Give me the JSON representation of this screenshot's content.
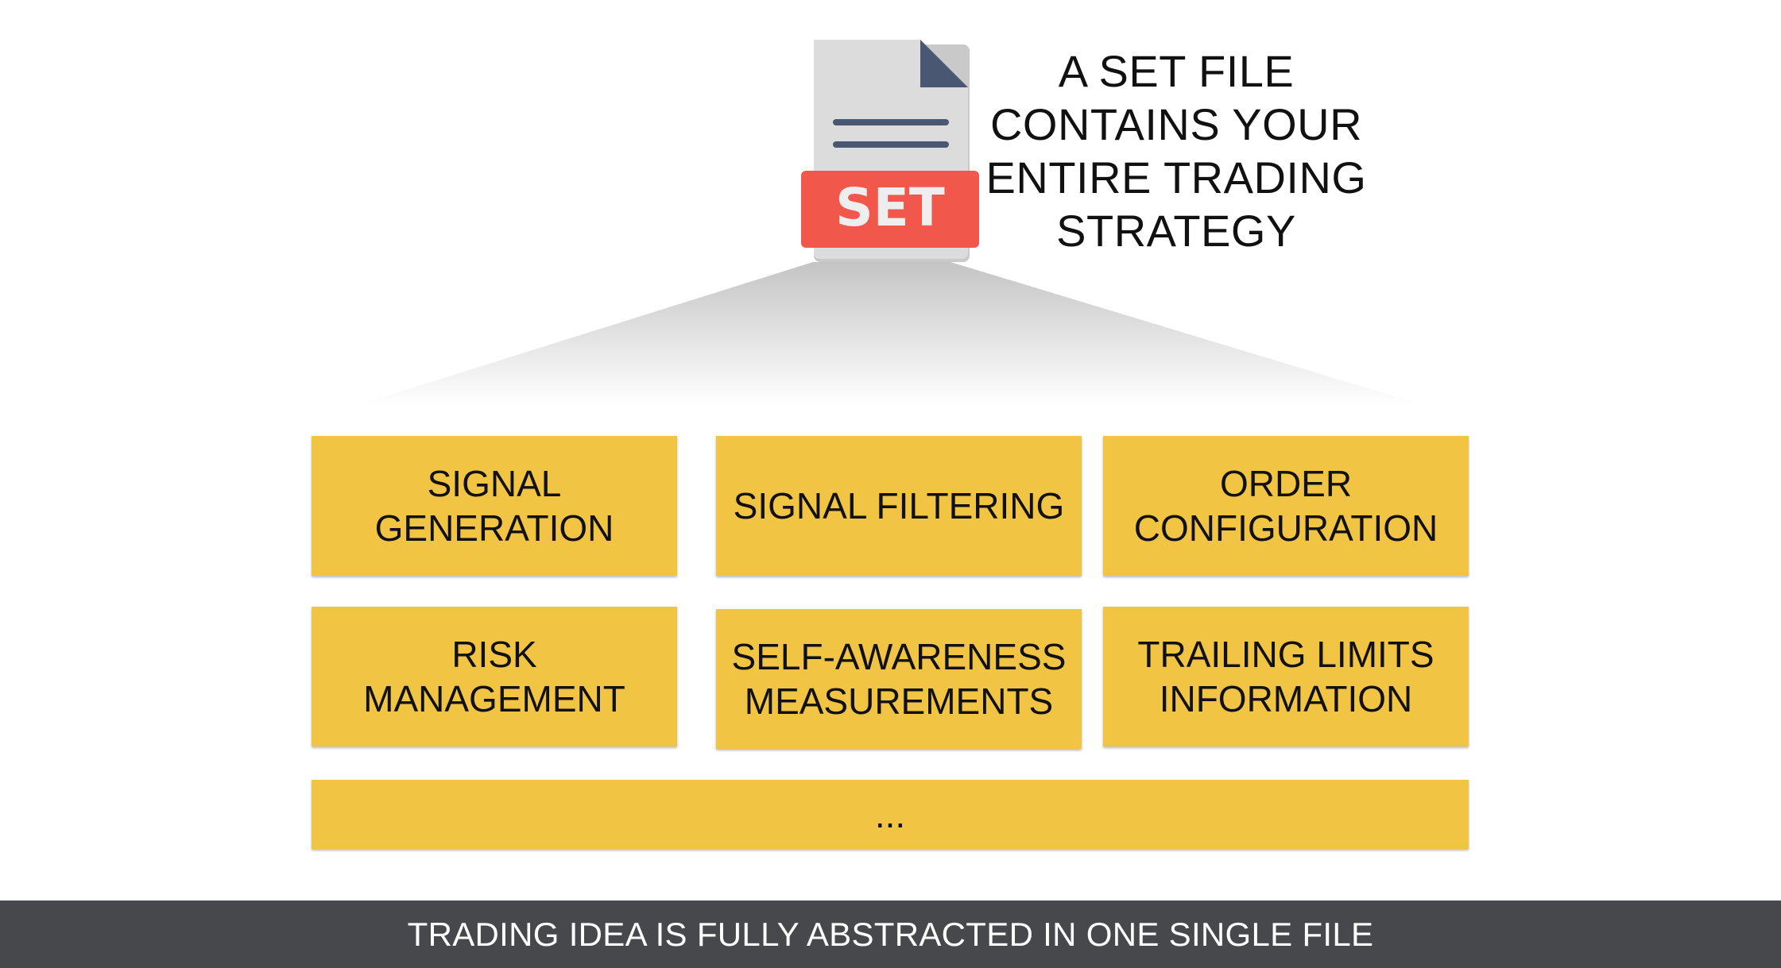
{
  "file_icon": {
    "badge_text": "SET",
    "colors": {
      "page": "#dcdcdc",
      "fold": "#4a5773",
      "lines": "#4a5773",
      "badge": "#f2574b",
      "badge_text": "#eeeeee"
    }
  },
  "heading": {
    "lines": [
      "A SET FILE",
      "CONTAINS YOUR",
      "ENTIRE TRADING",
      "STRATEGY"
    ]
  },
  "components": [
    {
      "label": "SIGNAL\nGENERATION"
    },
    {
      "label": "SIGNAL FILTERING"
    },
    {
      "label": "ORDER\nCONFIGURATION"
    },
    {
      "label": "RISK\nMANAGEMENT"
    },
    {
      "label": "SELF-AWARENESS\nMEASUREMENTS"
    },
    {
      "label": "TRAILING LIMITS\nINFORMATION"
    },
    {
      "label": "..."
    }
  ],
  "footer": {
    "text": "TRADING IDEA IS FULLY ABSTRACTED IN ONE SINGLE FILE"
  },
  "colors": {
    "box": "#f2c443",
    "footer_bg": "#46484c",
    "footer_text": "#ffffff",
    "fan_gradient_top": "#c4c4c4",
    "fan_gradient_bottom": "#ffffff"
  }
}
